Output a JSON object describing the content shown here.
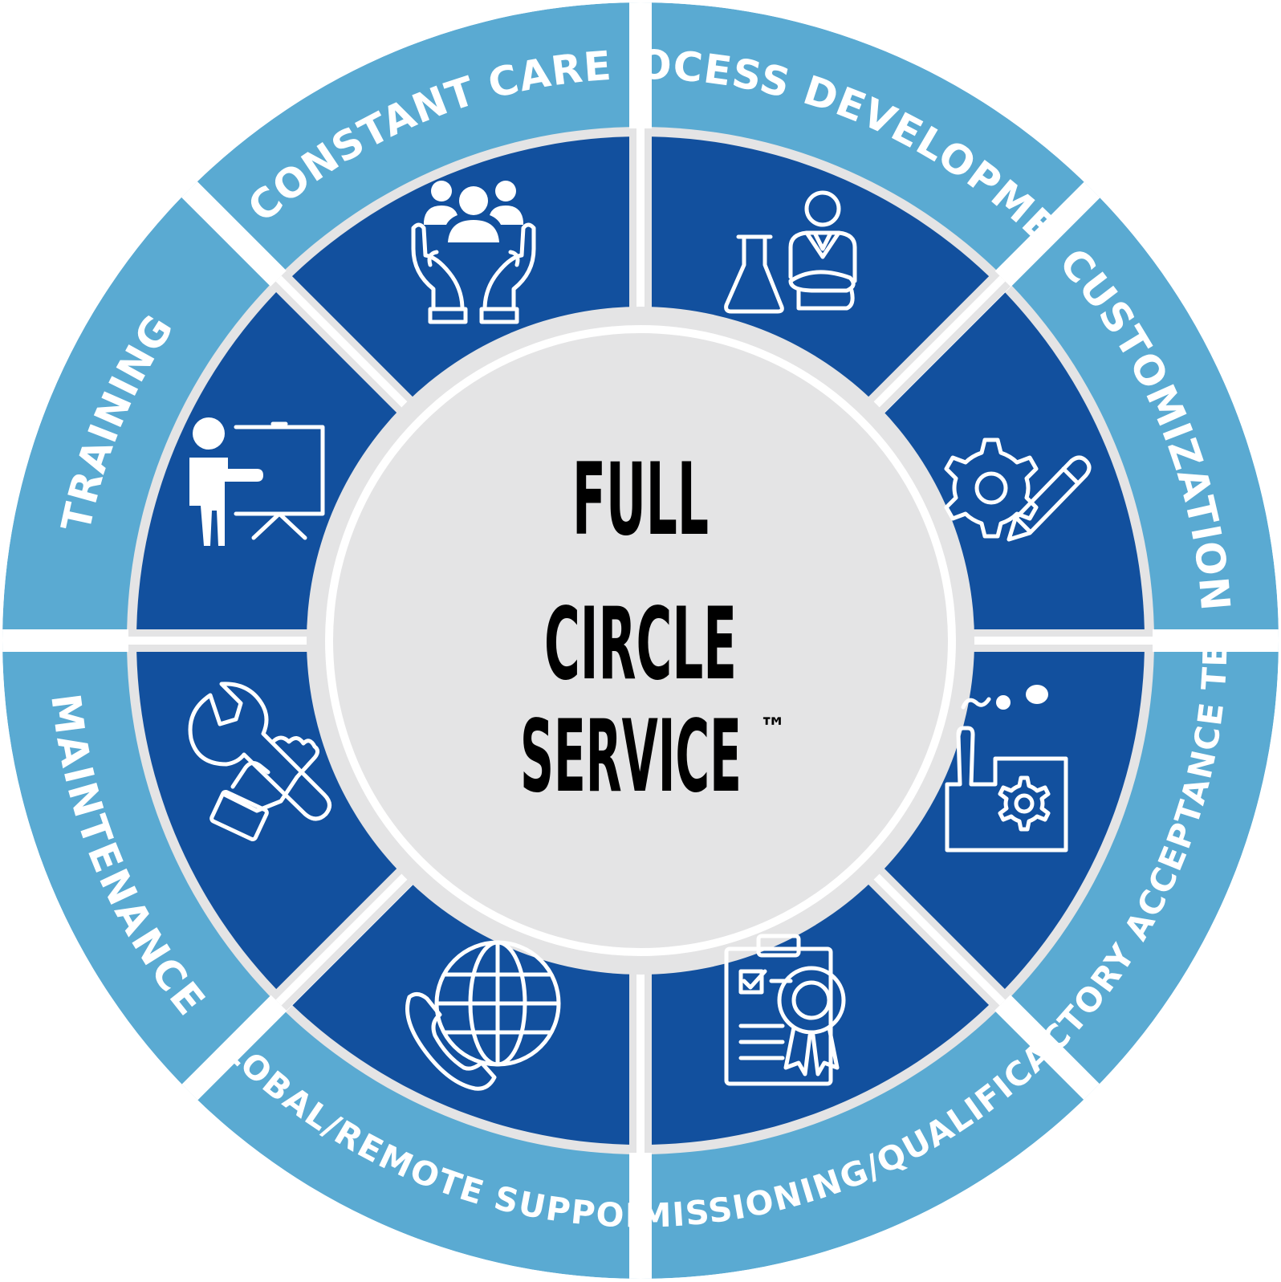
{
  "center": {
    "line1": "FULL",
    "line2": "CIRCLE",
    "line3": "SERVICE",
    "trademark": "™"
  },
  "segments": [
    {
      "label": "CONSTANT CARE",
      "icon": "hands-holding-people-icon"
    },
    {
      "label": "PROCESS DEVELOPMENT",
      "icon": "scientist-flask-icon"
    },
    {
      "label": "CUSTOMIZATION",
      "icon": "gear-pencil-icon"
    },
    {
      "label": "FACTORY ACCEPTANCE TEST",
      "icon": "factory-gear-icon"
    },
    {
      "label": "COMMISSIONING/QUALIFICATION",
      "icon": "clipboard-award-icon"
    },
    {
      "label": "GLOBAL/REMOTE SUPPORT",
      "icon": "globe-phone-icon"
    },
    {
      "label": "MAINTENANCE",
      "icon": "hand-wrench-icon"
    },
    {
      "label": "TRAINING",
      "icon": "presenter-board-icon"
    }
  ],
  "colors": {
    "outer_ring": "#5aaad2",
    "inner_ring": "#12509e",
    "separator": "#e4e4e5",
    "center": "#e4e4e5",
    "center_border": "#ffffff",
    "icon": "#ffffff",
    "label": "#ffffff",
    "center_text": "#000000"
  }
}
